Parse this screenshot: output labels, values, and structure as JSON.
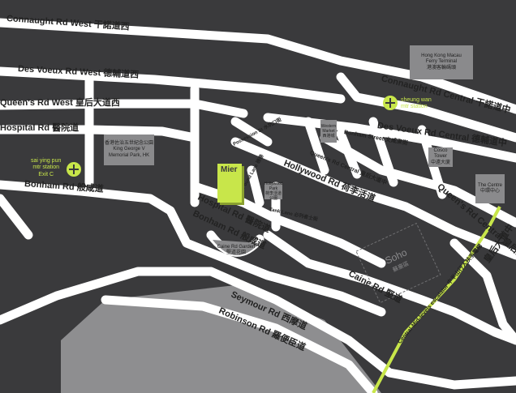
{
  "roads": {
    "connaught_rd_west": "Connaught Rd West 干諾道西",
    "des_voeux_rd_west": "Des Voeux Rd West 德輔道西",
    "queens_rd_west": "Queen's Rd West 皇后大道西",
    "hospital_rd_top": "Hospital Rd 醫院道",
    "bonham_rd_left": "Bonham Rd 般咸道",
    "connaught_rd_central": "Connaught Rd Central 干諾道中",
    "des_voeux_rd_central": "Des Voeux Rd Central 德輔道中",
    "hollywood_rd": "Hollywood Rd 荷李活道",
    "hospital_rd_mid": "Hospital Rd 醫院道",
    "bonham_rd_mid": "Bonham Rd 般咸道",
    "queens_rd_central": "Queen's Rd Central 皇后大道中",
    "queens_rd_central_right": "皇后大道中",
    "caine_rd": "Caine Rd 堅道",
    "seymour_rd": "Seymour Rd 西摩道",
    "robinson_rd": "Robinson Rd 羅便臣道",
    "bonham_street": "Bonham Street 文咸東街",
    "queens_rd_central_small": "Queen's Rd Central 皇后大道中",
    "possession_st": "Possession St 水坑口街",
    "pound_lane": "Pound Lane 磅巷",
    "tank_lane": "Tank Lane 必列者士街",
    "escalator": "Central-Mid-levels escalator 中半山行人扶手電梯"
  },
  "places": {
    "hk_macau_ferry": [
      "Hong Kong Macau",
      "Ferry Terminal",
      "港澳客輪碼頭"
    ],
    "king_george_park": [
      "香港佐治五世紀念公園",
      "King George V",
      "Memorial Park, HK"
    ],
    "cosco_tower": [
      "Cosco",
      "Tower",
      "中遠大廈"
    ],
    "the_centre": [
      "The Centre",
      "中環中心"
    ],
    "western_market": [
      "Western",
      "Market",
      "西港城"
    ],
    "caine_rd_garden": [
      "Caine Rd Garden",
      "堅道花園"
    ],
    "hollywood_park": [
      "Hollywood",
      "Park",
      "荷李活道公園"
    ],
    "soho": [
      "Soho",
      "蘇豪區"
    ],
    "mier": "Mier"
  },
  "stations": {
    "sai_ying_pun": [
      "sai ying pun",
      "mtr station",
      "Exit C"
    ],
    "sheung_wan": [
      "sheung wan",
      "mtr station"
    ]
  },
  "colors": {
    "background": "#3a3a3c",
    "road": "#ffffff",
    "accent": "#c8e64a",
    "building": "#8a8a8c",
    "lot": "#9a9a9c"
  }
}
